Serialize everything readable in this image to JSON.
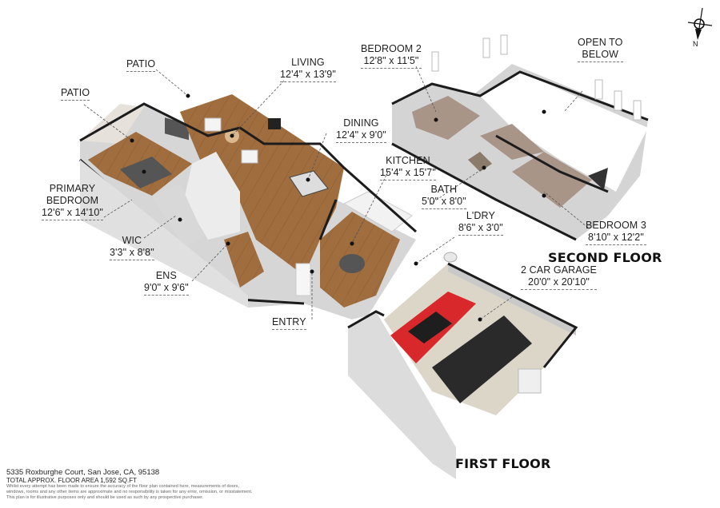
{
  "floor_plan": {
    "floors": [
      {
        "title": "FIRST FLOOR",
        "rooms": [
          {
            "name": "PATIO",
            "dimensions": ""
          },
          {
            "name": "PATIO",
            "dimensions": ""
          },
          {
            "name": "LIVING",
            "dimensions": "12'4\" x 13'9\""
          },
          {
            "name": "DINING",
            "dimensions": "12'4\" x 9'0\""
          },
          {
            "name": "KITCHEN",
            "dimensions": "15'4\" x 15'7\""
          },
          {
            "name": "PRIMARY BEDROOM",
            "dimensions": "12'6\" x 14'10\""
          },
          {
            "name": "WIC",
            "dimensions": "3'3\" x 8'8\""
          },
          {
            "name": "ENS",
            "dimensions": "9'0\" x 9'6\""
          },
          {
            "name": "ENTRY",
            "dimensions": ""
          },
          {
            "name": "2 CAR GARAGE",
            "dimensions": "20'0\" x 20'10\""
          }
        ]
      },
      {
        "title": "SECOND FLOOR",
        "rooms": [
          {
            "name": "BEDROOM 2",
            "dimensions": "12'8\" x 11'5\""
          },
          {
            "name": "OPEN TO BELOW",
            "dimensions": ""
          },
          {
            "name": "BATH",
            "dimensions": "5'0\" x 8'0\""
          },
          {
            "name": "L'DRY",
            "dimensions": "8'6\" x 3'0\""
          },
          {
            "name": "BEDROOM 3",
            "dimensions": "8'10\" x 12'2\""
          }
        ]
      }
    ],
    "labels": {
      "patio_upper": "PATIO",
      "patio_left": "PATIO",
      "living": "LIVING",
      "living_dim": "12'4\" x 13'9\"",
      "dining": "DINING",
      "dining_dim": "12'4\" x 9'0\"",
      "kitchen": "KITCHEN",
      "kitchen_dim": "15'4\" x 15'7\"",
      "primary_1": "PRIMARY",
      "primary_2": "BEDROOM",
      "primary_dim": "12'6\" x 14'10\"",
      "wic": "WIC",
      "wic_dim": "3'3\" x 8'8\"",
      "ens": "ENS",
      "ens_dim": "9'0\" x 9'6\"",
      "entry": "ENTRY",
      "bath": "BATH",
      "bath_dim": "5'0\" x 8'0\"",
      "ldry": "L'DRY",
      "ldry_dim": "8'6\" x 3'0\"",
      "garage": "2 CAR GARAGE",
      "garage_dim": "20'0\" x 20'10\"",
      "bedroom2": "BEDROOM 2",
      "bedroom2_dim": "12'8\" x 11'5\"",
      "bedroom3": "BEDROOM 3",
      "bedroom3_dim": "8'10\" x 12'2\"",
      "open_1": "OPEN TO",
      "open_2": "BELOW",
      "first_floor": "FIRST FLOOR",
      "second_floor": "SECOND FLOOR"
    },
    "compass": {
      "icon": "north-arrow-compass-icon",
      "label": "N"
    },
    "colors": {
      "wood_floor": "#9c6a3c",
      "wall_face": "#d9d9d9",
      "wall_top": "#1c1c1c",
      "carpet": "#a89588",
      "garage_floor": "#dcd6c8",
      "red_car": "#d8282c",
      "black_suv": "#2a2a2a"
    }
  },
  "footer": {
    "address": "5335 Roxburghe Court, San Jose, CA, 95138",
    "total_area": "TOTAL APPROX. FLOOR AREA 1,592 SQ.FT",
    "disclaimer_1": "Whilst every attempt has been made to ensure the accuracy of the floor plan contained here, measurements of doors,",
    "disclaimer_2": "windows, rooms and any other items are approximate and no responsibility is taken for any error, omission, or misstatement.",
    "disclaimer_3": "This plan is for illustrative purposes only and should be used as such by any prospective purchaser."
  }
}
